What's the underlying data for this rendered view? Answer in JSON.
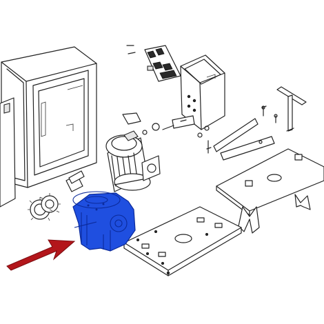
{
  "diagram": {
    "kind": "exploded-parts-view",
    "highlight_color": "#1f4fe0",
    "arrow_color": "#b3161b",
    "line_color": "#222222",
    "parts": [
      {
        "id": "housing-cover",
        "icon": "cabinet-shape",
        "highlighted": false
      },
      {
        "id": "control-board",
        "icon": "circuit-board-shape",
        "highlighted": false
      },
      {
        "id": "control-box",
        "icon": "enclosure-box-shape",
        "highlighted": false
      },
      {
        "id": "release-key",
        "icon": "t-handle-key-shape",
        "highlighted": false
      },
      {
        "id": "electric-motor",
        "icon": "motor-shape",
        "highlighted": false
      },
      {
        "id": "pinion-gear",
        "icon": "gear-shape",
        "highlighted": false
      },
      {
        "id": "limit-switch-cam",
        "icon": "cam-bracket-shape",
        "highlighted": false
      },
      {
        "id": "gear-reducer",
        "icon": "gearbox-shape",
        "highlighted": true
      },
      {
        "id": "base-plate",
        "icon": "plate-shape",
        "highlighted": false
      },
      {
        "id": "foundation-plate",
        "icon": "anchor-plate-shape",
        "highlighted": false
      },
      {
        "id": "rack-brackets",
        "icon": "bracket-shape",
        "highlighted": false
      }
    ],
    "pointer": {
      "target": "gear-reducer",
      "icon": "arrow-shape"
    }
  }
}
